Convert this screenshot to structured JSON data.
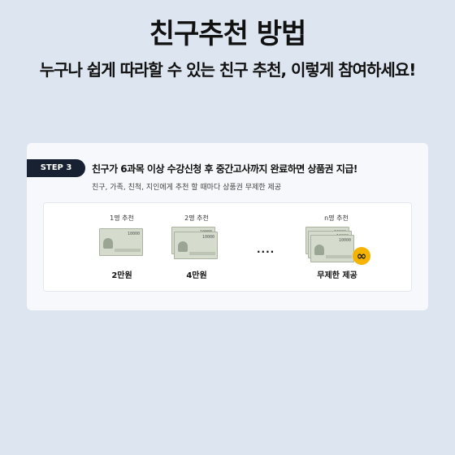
{
  "header": {
    "title": "친구추천 방법",
    "subtitle": "누구나 쉽게 따라할 수 있는 친구 추천, 이렇게 참여하세요!"
  },
  "step": {
    "badge": "STEP 3",
    "heading": "친구가 6과목 이상 수강신청 후 중간고사까지 완료하면 상품권 지급!",
    "description": "친구, 가족, 친척, 지인에게 추천 할 때마다 상품권 무제한 제공"
  },
  "rewards": {
    "tiers": [
      {
        "count_label": "1명 추천",
        "amount_label": "2만원"
      },
      {
        "count_label": "2명 추천",
        "amount_label": "4만원"
      },
      {
        "count_label": "n명 추천",
        "amount_label": "무제한 제공"
      }
    ],
    "ellipsis": "....",
    "bill_value": "10000",
    "badge_icon": "infinity-icon",
    "badge_symbol": "∞"
  },
  "colors": {
    "background": "#dde5f0",
    "step_badge": "#182131",
    "infinity_badge": "#f5b400"
  }
}
